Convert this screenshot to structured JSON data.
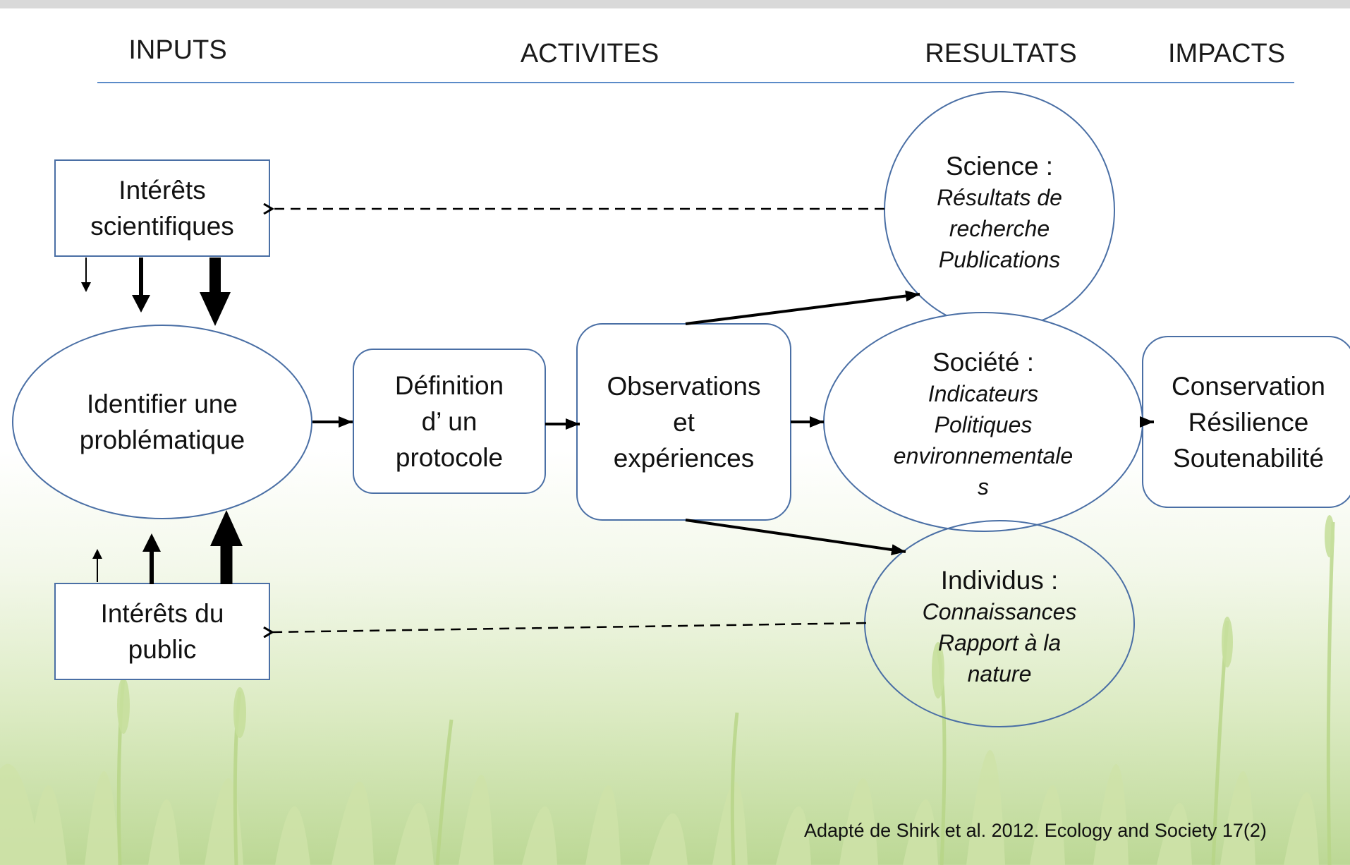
{
  "headers": {
    "inputs": "INPUTS",
    "activites": "ACTIVITES",
    "resultats": "RESULTATS",
    "impacts": "IMPACTS"
  },
  "nodes": {
    "interets_scientifiques": {
      "line1": "Intérêts",
      "line2": "scientifiques"
    },
    "identifier": {
      "line1": "Identifier une",
      "line2": "problématique"
    },
    "interets_public": {
      "line1": "Intérêts du",
      "line2": "public"
    },
    "definition": {
      "line1": "Définition",
      "line2": "d’ un",
      "line3": "protocole"
    },
    "observations": {
      "line1": "Observations",
      "line2": "et",
      "line3": "expériences"
    },
    "science": {
      "title": "Science :",
      "line1": "Résultats de",
      "line2": "recherche",
      "line3": "Publications"
    },
    "societe": {
      "title": "Société :",
      "line1": "Indicateurs",
      "line2": "Politiques",
      "line3": "environnementale",
      "line4": "s"
    },
    "individus": {
      "title": "Individus :",
      "line1": "Connaissances",
      "line2": "Rapport à la",
      "line3": "nature"
    },
    "impacts_box": {
      "line1": "Conservation",
      "line2": "Résilience",
      "line3": "Soutenabilité"
    }
  },
  "citation": "Adapté de Shirk et al. 2012. Ecology and Society 17(2)",
  "colors": {
    "outline": "#4a6fa5",
    "arrow": "#000000",
    "header_rule": "#5b8bc8",
    "grass_light": "#cfe3a9",
    "grass_mid": "#a9cd72"
  }
}
